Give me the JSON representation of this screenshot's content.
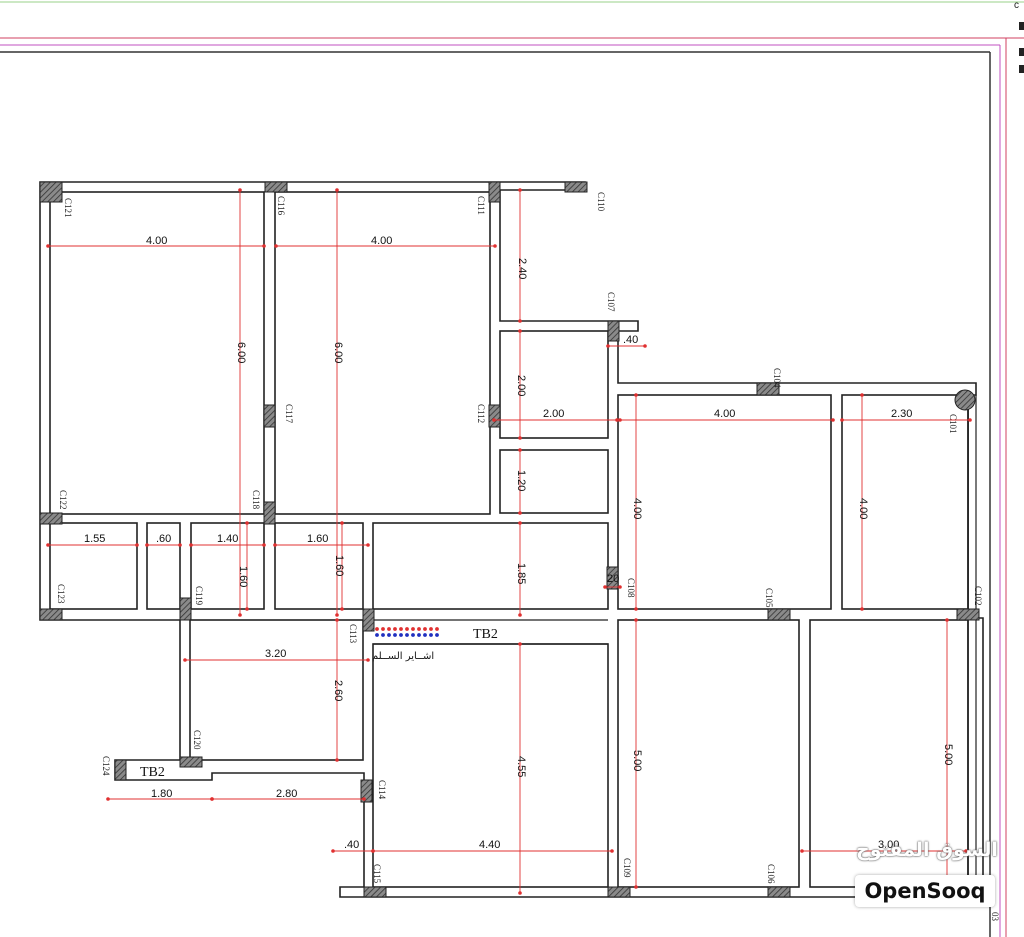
{
  "corner_label": "c",
  "columns": [
    {
      "id": "c121",
      "label": "C121"
    },
    {
      "id": "c116",
      "label": "C116"
    },
    {
      "id": "c111",
      "label": "C111"
    },
    {
      "id": "c110",
      "label": "C110"
    },
    {
      "id": "c107",
      "label": "C107"
    },
    {
      "id": "c104",
      "label": "C104"
    },
    {
      "id": "c101",
      "label": "C101"
    },
    {
      "id": "c117",
      "label": "C117"
    },
    {
      "id": "c112",
      "label": "C112"
    },
    {
      "id": "c122",
      "label": "C122"
    },
    {
      "id": "c118",
      "label": "C118"
    },
    {
      "id": "c123",
      "label": "C123"
    },
    {
      "id": "c119",
      "label": "C119"
    },
    {
      "id": "c113",
      "label": "C113"
    },
    {
      "id": "c108",
      "label": "C108"
    },
    {
      "id": "c105",
      "label": "C105"
    },
    {
      "id": "c102",
      "label": "C102"
    },
    {
      "id": "c120",
      "label": "C120"
    },
    {
      "id": "c124",
      "label": "C124"
    },
    {
      "id": "c114",
      "label": "C114"
    },
    {
      "id": "c115",
      "label": "C115"
    },
    {
      "id": "c109",
      "label": "C109"
    },
    {
      "id": "c106",
      "label": "C106"
    },
    {
      "id": "c103",
      "label": "03"
    }
  ],
  "dimensions": {
    "d1": "4.00",
    "d2": "4.00",
    "d3": "2.40",
    "d4": "6.00",
    "d5": "6.00",
    "d6": ".40",
    "d7": "2.00",
    "d8": "2.00",
    "d9": "4.00",
    "d10": "2.30",
    "d11": "1.20",
    "d12": "4.00",
    "d13": "4.00",
    "d14": "1.55",
    "d15": ".60",
    "d16": "1.40",
    "d17": "1.60",
    "d18": "1.60",
    "d19": "1.60",
    "d20": "1.85",
    "d21": "20",
    "d22": "3.20",
    "d23": "2.60",
    "d24": "4.55",
    "d25": "5.00",
    "d26": "5.00",
    "d27": "1.80",
    "d28": "2.80",
    "d29": ".40",
    "d30": "4.40",
    "d31": "3.00"
  },
  "beams": {
    "tb_upper": "TB2",
    "tb_lower": "TB2"
  },
  "stair_note": "اشــاير الســلم",
  "watermark": {
    "arabic": "السوق المفتوح",
    "brand": "OpenSooq"
  }
}
